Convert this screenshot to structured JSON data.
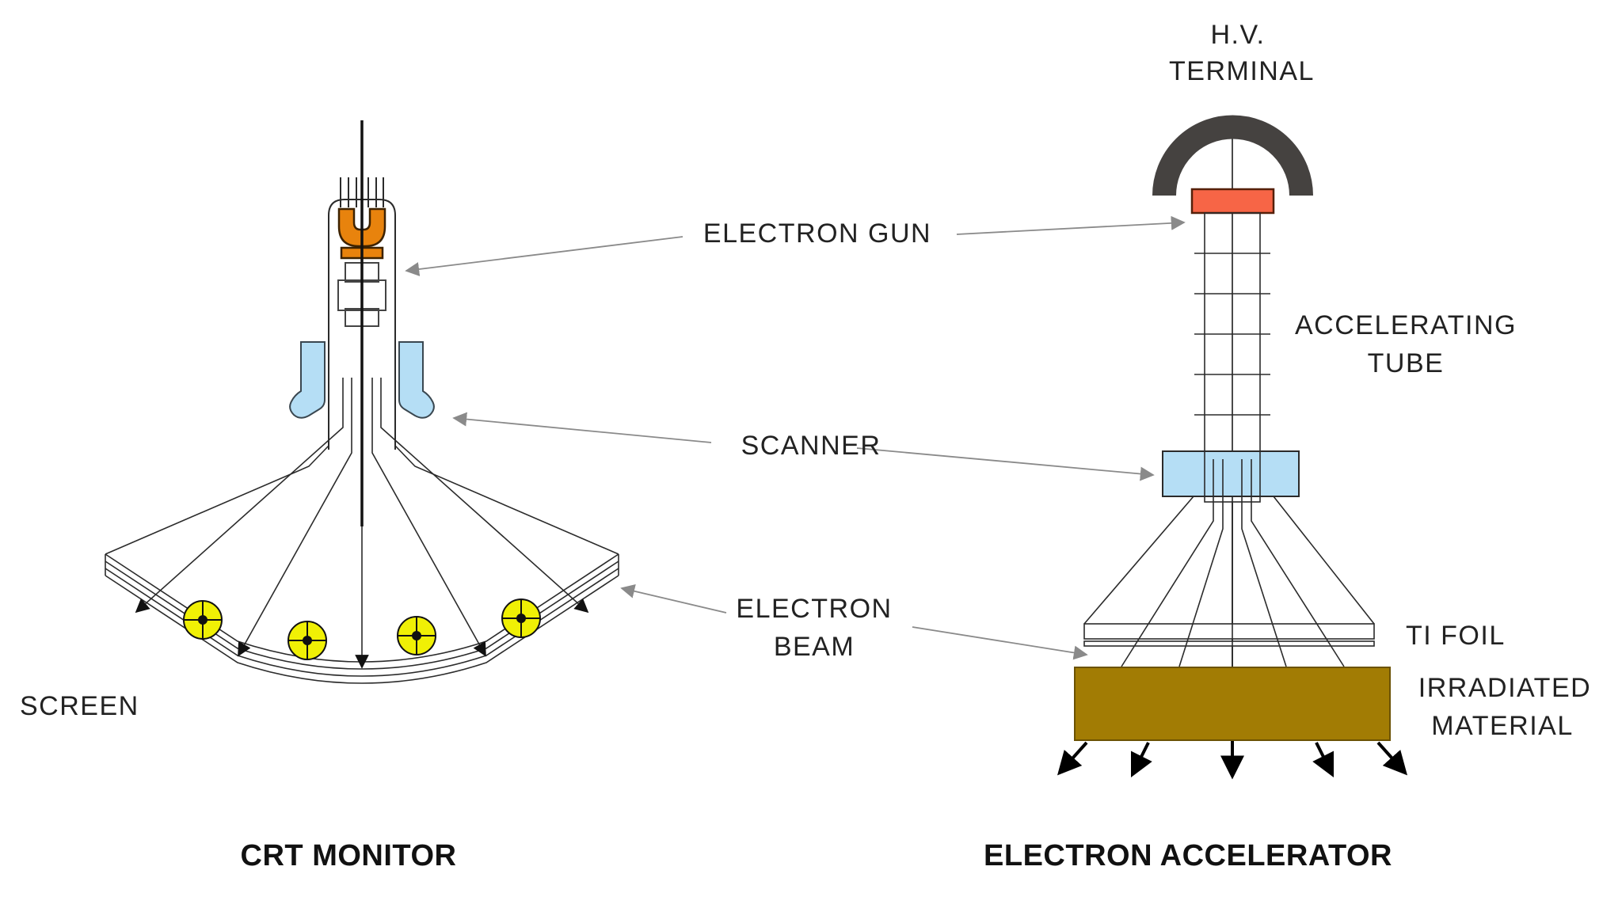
{
  "labels": {
    "electron_gun": "ELECTRON GUN",
    "scanner": "SCANNER",
    "electron_beam_line1": "ELECTRON",
    "electron_beam_line2": "BEAM",
    "screen": "SCREEN",
    "hv_line1": "H.V.",
    "hv_line2": "TERMINAL",
    "accelerating_line1": "ACCELERATING",
    "accelerating_line2": "TUBE",
    "ti_foil": "TI FOIL",
    "irradiated_line1": "IRRADIATED",
    "irradiated_line2": "MATERIAL"
  },
  "captions": {
    "left": "CRT MONITOR",
    "right": "ELECTRON ACCELERATOR"
  },
  "colors": {
    "heater_orange": "#e8830d",
    "gun_red": "#f76546",
    "scanner_blue": "#b5def5",
    "phosphor_yellow": "#f0f005",
    "material_brown": "#a27c04",
    "terminal_gray": "#454240"
  }
}
